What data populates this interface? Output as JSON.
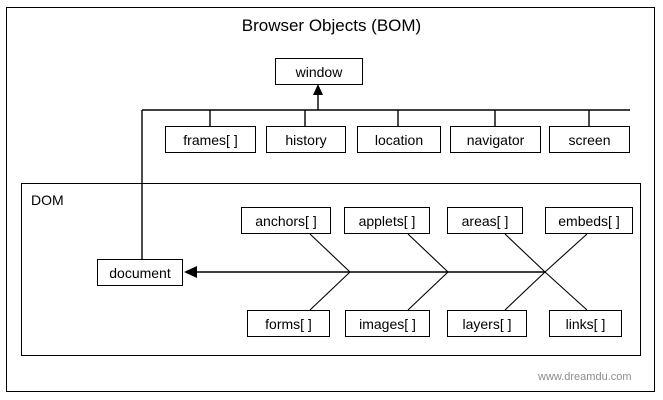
{
  "diagram": {
    "title": "Browser Objects (BOM)",
    "watermark": "www.dreamdu.com",
    "dom_group_label": "DOM",
    "root": {
      "label": "window"
    },
    "bom_children": [
      {
        "label": "frames[ ]"
      },
      {
        "label": "history"
      },
      {
        "label": "location"
      },
      {
        "label": "navigator"
      },
      {
        "label": "screen"
      }
    ],
    "document_node": {
      "label": "document"
    },
    "dom_children_top": [
      {
        "label": "anchors[ ]"
      },
      {
        "label": "applets[ ]"
      },
      {
        "label": "areas[ ]"
      },
      {
        "label": "embeds[ ]"
      }
    ],
    "dom_children_bottom": [
      {
        "label": "forms[ ]"
      },
      {
        "label": "images[ ]"
      },
      {
        "label": "layers[ ]"
      },
      {
        "label": "links[ ]"
      }
    ],
    "colors": {
      "line": "#000000",
      "box_fill": "#ffffff",
      "text": "#000000",
      "watermark_text": "#8c8c8c",
      "background": "#ffffff"
    }
  }
}
